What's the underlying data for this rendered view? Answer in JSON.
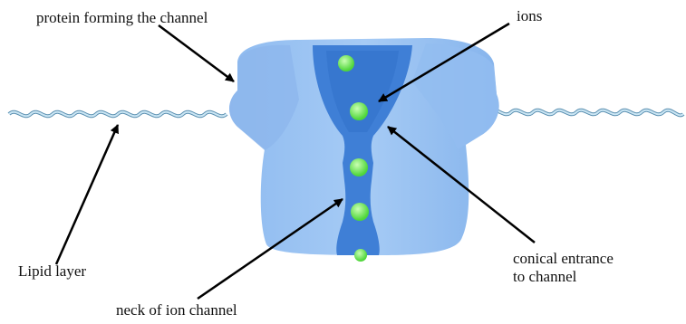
{
  "labels": {
    "protein": "protein forming the channel",
    "ions": "ions",
    "lipid": "Lipid layer",
    "conical_line1": "conical entrance",
    "conical_line2": "to channel",
    "neck": "neck of ion channel"
  },
  "colors": {
    "protein_light": "#9cc4f2",
    "protein_mid": "#7eaee9",
    "channel_dark": "#3f7fd6",
    "lipid_bead": "#b9dbee",
    "lipid_outline": "#5a8fb0",
    "ion": "#7bea5c",
    "arrow": "#000000"
  }
}
